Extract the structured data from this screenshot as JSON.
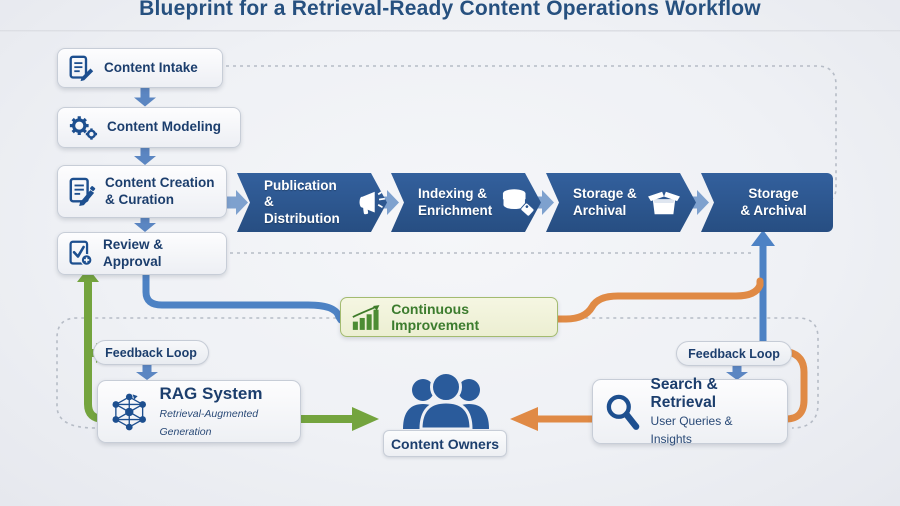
{
  "title": "Blueprint for a Retrieval-Ready Content Operations Workflow",
  "colors": {
    "banner_blue": "#2d5791",
    "icon_blue": "#1d4f8f",
    "text_navy": "#1c3e6d",
    "arrow_blue": "#5b86c2",
    "feedback_green": "#74a43e",
    "feedback_orange": "#e08a45",
    "ci_text_green": "#3c7c2e",
    "dashed_gray": "#b6bcc6"
  },
  "left_column": {
    "intake": {
      "label": "Content Intake",
      "icon": "document-edit-icon"
    },
    "modeling": {
      "label": "Content Modeling",
      "icon": "gears-icon"
    },
    "creation": {
      "line1": "Content Creation",
      "line2": "& Curation",
      "icon": "document-pencil-icon"
    },
    "review": {
      "label": "Review & Approval",
      "icon": "document-check-icon"
    }
  },
  "pipeline": {
    "chevrons": [
      {
        "line1": "Publication",
        "line2": "& Distribution",
        "icon": "megaphone-icon"
      },
      {
        "line1": "Indexing &",
        "line2": "Enrichment",
        "icon": "database-tag-icon"
      },
      {
        "line1": "Storage &",
        "line2": "Archival",
        "icon": "archive-box-icon"
      },
      {
        "line1": "Storage",
        "line2": "& Archival",
        "icon": ""
      }
    ]
  },
  "continuous_improvement": {
    "label": "Continuous Improvement",
    "icon": "growth-chart-icon"
  },
  "feedback": {
    "left_label": "Feedback Loop",
    "right_label": "Feedback Loop"
  },
  "rag_system": {
    "title": "RAG System",
    "subtitle": "Retrieval-Augmented Generation",
    "icon": "network-graph-icon"
  },
  "search_retrieval": {
    "title": "Search & Retrieval",
    "subtitle": "User Queries & Insights",
    "icon": "magnifier-icon"
  },
  "content_owners": {
    "label": "Content Owners",
    "icon": "people-icon"
  }
}
